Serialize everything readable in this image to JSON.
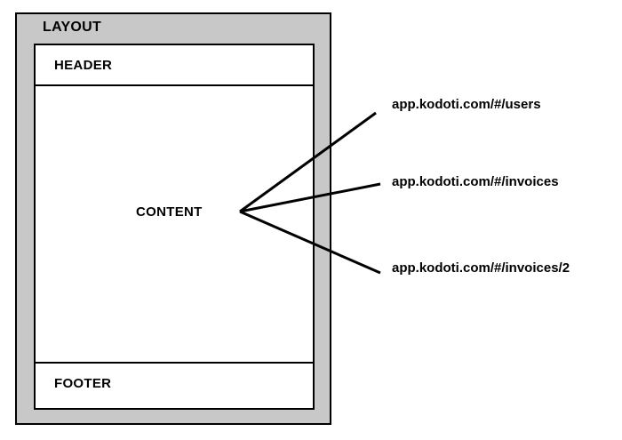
{
  "layout": {
    "label": "LAYOUT",
    "header_label": "HEADER",
    "content_label": "CONTENT",
    "footer_label": "FOOTER"
  },
  "routes": [
    "app.kodoti.com/#/users",
    "app.kodoti.com/#/invoices",
    "app.kodoti.com/#/invoices/2"
  ],
  "colors": {
    "frame_fill": "#c8c8c8",
    "box_fill": "#ffffff",
    "stroke": "#000000"
  }
}
